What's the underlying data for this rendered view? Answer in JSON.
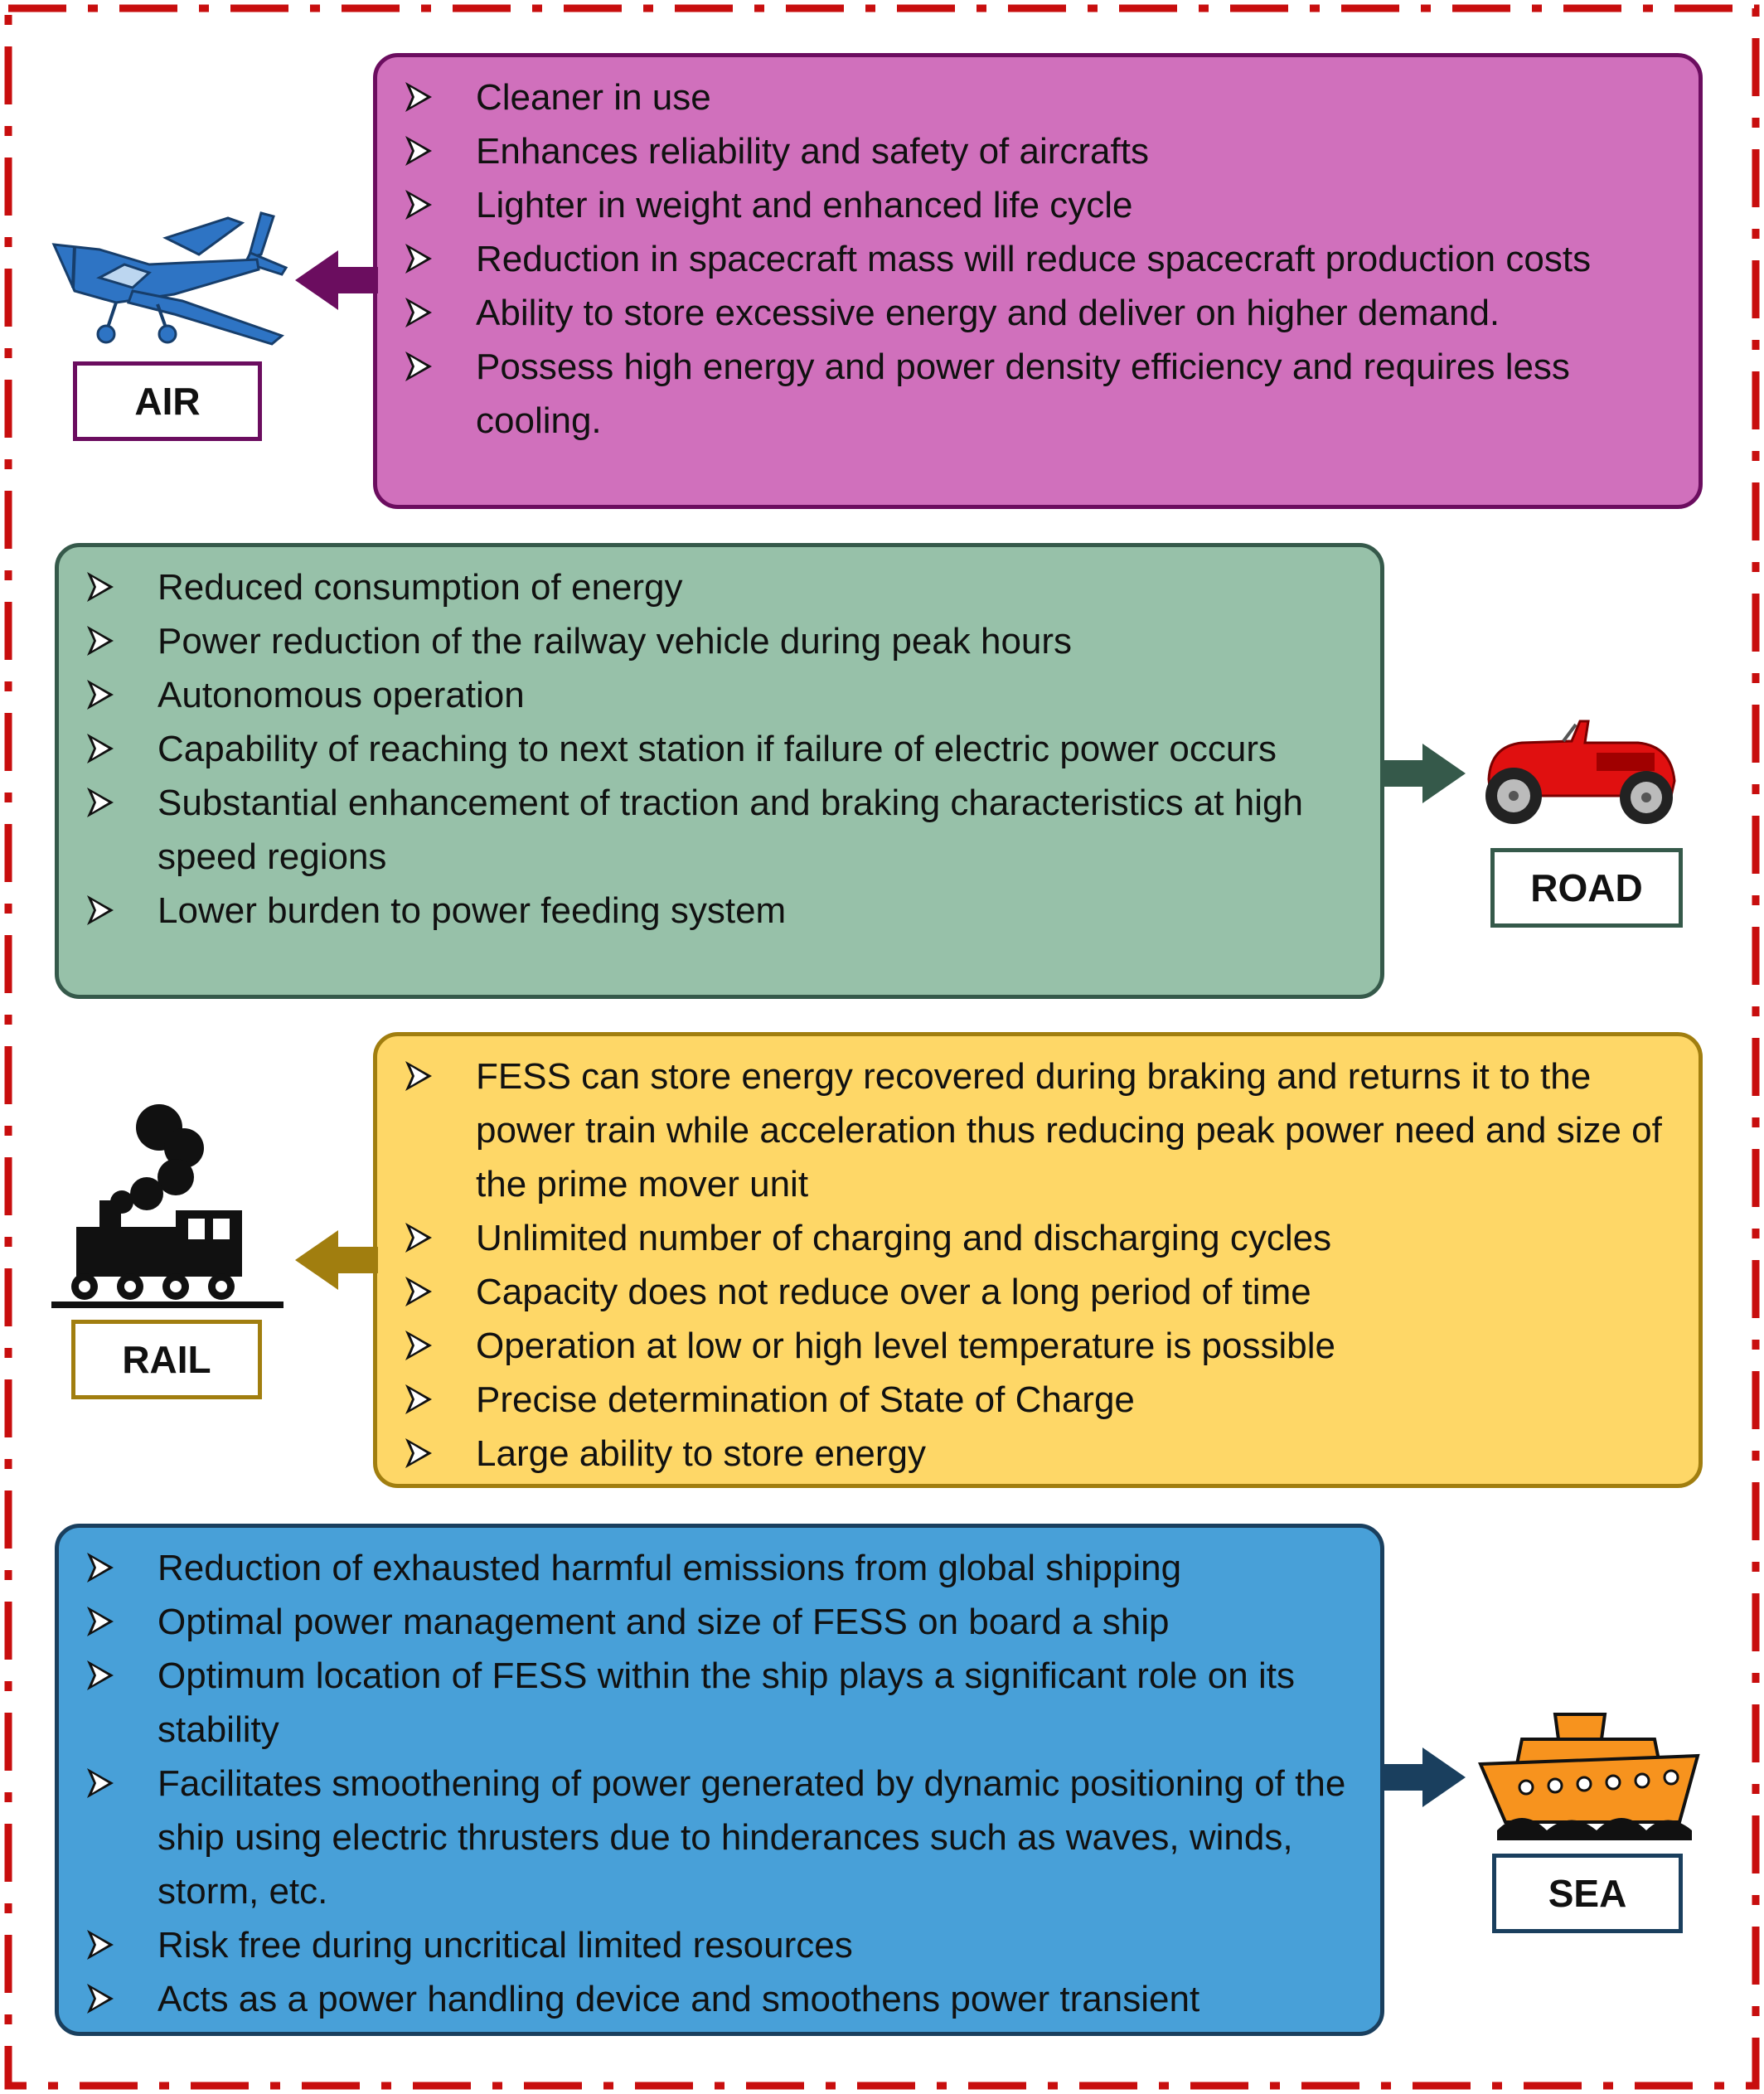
{
  "colors": {
    "air_fill": "#d070bc",
    "air_border": "#6b0d5f",
    "road_fill": "#97c1a9",
    "road_border": "#35594a",
    "rail_fill": "#fed767",
    "rail_border": "#a17e0f",
    "sea_fill": "#48a0d8",
    "sea_border": "#1a3f5e",
    "frame_dash": "#c80e0e"
  },
  "icons": {
    "air": "airplane-icon",
    "road": "vintage-car-icon",
    "rail": "steam-locomotive-icon",
    "sea": "cruise-ship-icon",
    "bullet": "arrowhead-bullet-icon"
  },
  "sections": {
    "air": {
      "label": "AIR",
      "items": [
        "Cleaner in use",
        "Enhances reliability and safety of aircrafts",
        "Lighter in weight and enhanced life cycle",
        "Reduction in spacecraft mass will reduce spacecraft production costs",
        "Ability to store excessive energy and deliver on higher demand.",
        "Possess high energy and power density efficiency and requires less cooling."
      ]
    },
    "road": {
      "label": "ROAD",
      "items": [
        "Reduced consumption of energy",
        "Power reduction of the railway vehicle during peak hours",
        "Autonomous operation",
        "Capability of reaching to next station if failure of electric power occurs",
        "Substantial enhancement of traction and braking characteristics at high speed regions",
        "Lower burden to power feeding system"
      ]
    },
    "rail": {
      "label": "RAIL",
      "items": [
        "FESS can store energy recovered during braking and returns it to the power train while acceleration thus reducing peak power need and size of the prime mover unit",
        "Unlimited number of charging and discharging cycles",
        "Capacity does not reduce over a long period of time",
        "Operation at low or high level temperature is possible",
        "Precise determination of State of Charge",
        "Large ability to store energy"
      ]
    },
    "sea": {
      "label": "SEA",
      "items": [
        "Reduction of exhausted harmful emissions from global shipping",
        "Optimal power management and size of FESS on board a ship",
        "Optimum location of FESS within the ship plays a significant role on its stability",
        "Facilitates smoothening of power generated by dynamic positioning of the ship using electric thrusters due to hinderances such as waves, winds, storm, etc.",
        "Risk free during uncritical limited resources",
        "Acts as a power handling device and smoothens power transient"
      ]
    }
  }
}
